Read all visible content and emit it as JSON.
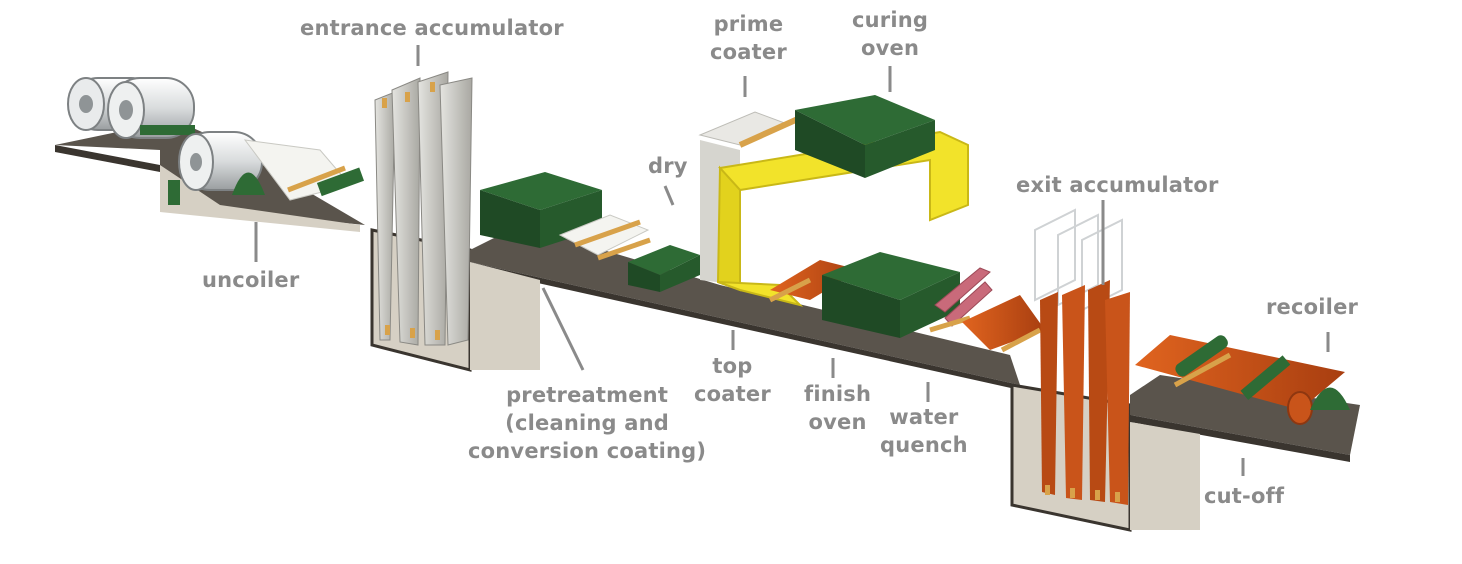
{
  "labels": {
    "entrance_accumulator": "entrance accumulator",
    "uncoiler": "uncoiler",
    "pretreatment": [
      "pretreatment",
      "(cleaning and",
      "conversion coating)"
    ],
    "dry": "dry",
    "prime_coater": [
      "prime",
      "coater"
    ],
    "curing_oven": [
      "curing",
      "oven"
    ],
    "top_coater": [
      "top",
      "coater"
    ],
    "finish_oven": [
      "finish",
      "oven"
    ],
    "water_quench": [
      "water",
      "quench"
    ],
    "exit_accumulator": "exit accumulator",
    "recoiler": "recoiler",
    "cut_off": "cut-off"
  },
  "colors": {
    "base_top": "#5a544c",
    "base_side": "#d6d0c4",
    "base_edge": "#3a352f",
    "green": "#2e6b35",
    "green_dark": "#1f4a25",
    "yellow": "#f2e32a",
    "yellow_dark": "#c9b817",
    "strip_steel": "#f4f4f0",
    "strip_orange": "#d2541a",
    "roller_gold": "#d8a24a",
    "label_gray": "#8a8a8a"
  }
}
